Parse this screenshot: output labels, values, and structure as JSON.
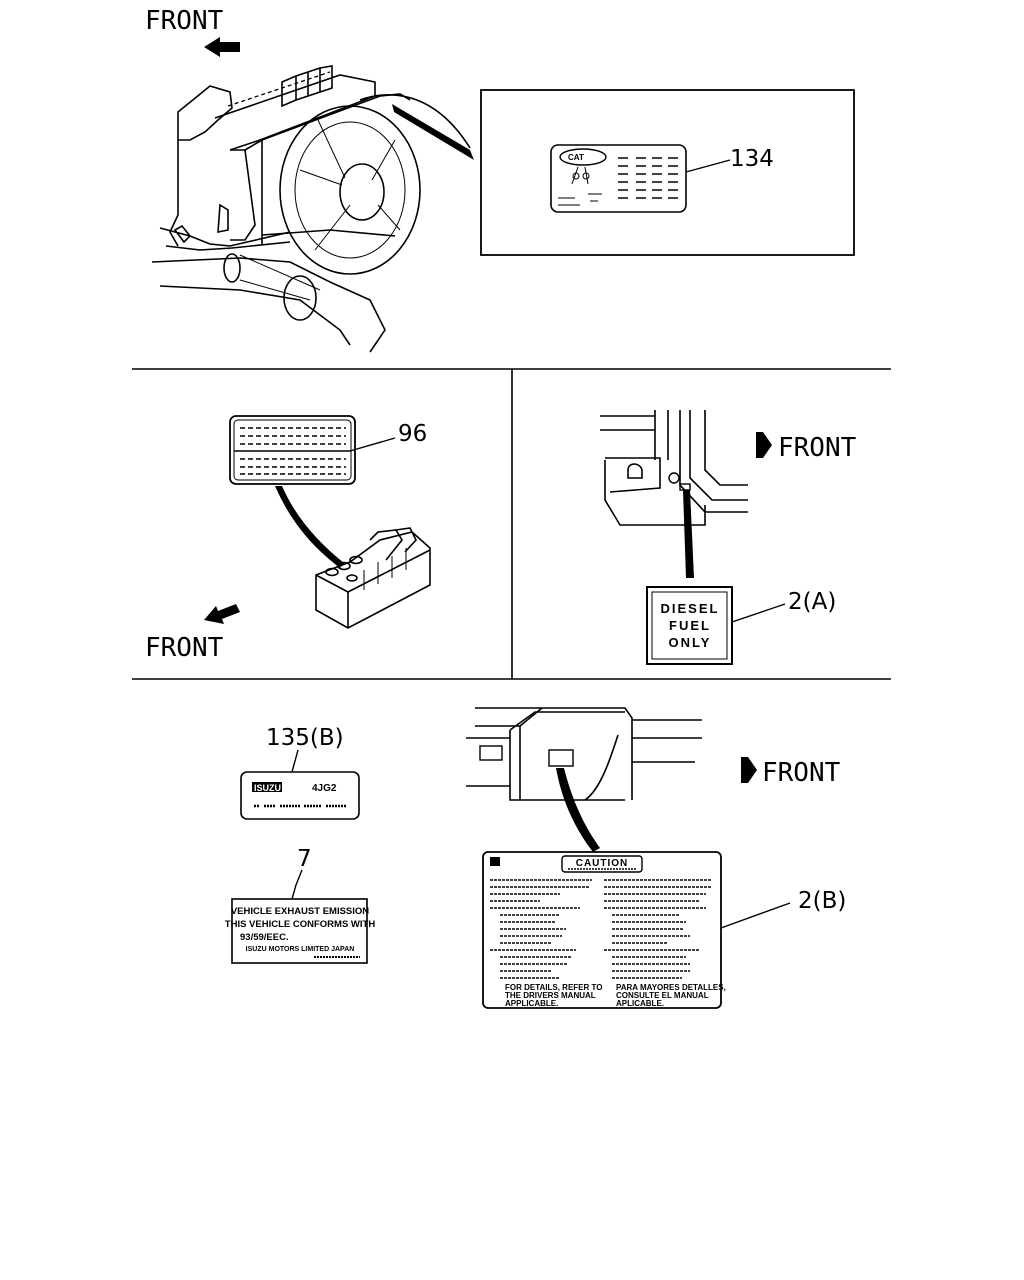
{
  "direction_labels": {
    "front_top": "FRONT",
    "front_middle_left": "FRONT",
    "front_middle_right": "FRONT",
    "front_bottom_right": "FRONT"
  },
  "callouts": {
    "c134": "134",
    "c96": "96",
    "c2a": "2(A)",
    "c135b": "135(B)",
    "c7": "7",
    "c2b": "2(B)"
  },
  "label_diesel": {
    "line1": "DIESEL",
    "line2": "FUEL",
    "line3": "ONLY"
  },
  "label_engine": {
    "brand": "ISUZU",
    "model": "4JG2"
  },
  "label_emission": {
    "line1": "VEHICLE EXHAUST EMISSION",
    "line2": "THIS VEHICLE CONFORMS WITH",
    "line3": "93/59/EEC.",
    "line4": "ISUZU MOTORS LIMITED JAPAN"
  },
  "label_caution": {
    "title": "CAUTION",
    "footer_left_1": "FOR DETAILS, REFER TO",
    "footer_left_2": "THE DRIVERS MANUAL",
    "footer_left_3": "APPLICABLE.",
    "footer_right_1": "PARA MAYORES DETALLES,",
    "footer_right_2": "CONSULTE EL MANUAL",
    "footer_right_3": "APLICABLE."
  },
  "colors": {
    "ink": "#000000",
    "paper": "#ffffff"
  }
}
